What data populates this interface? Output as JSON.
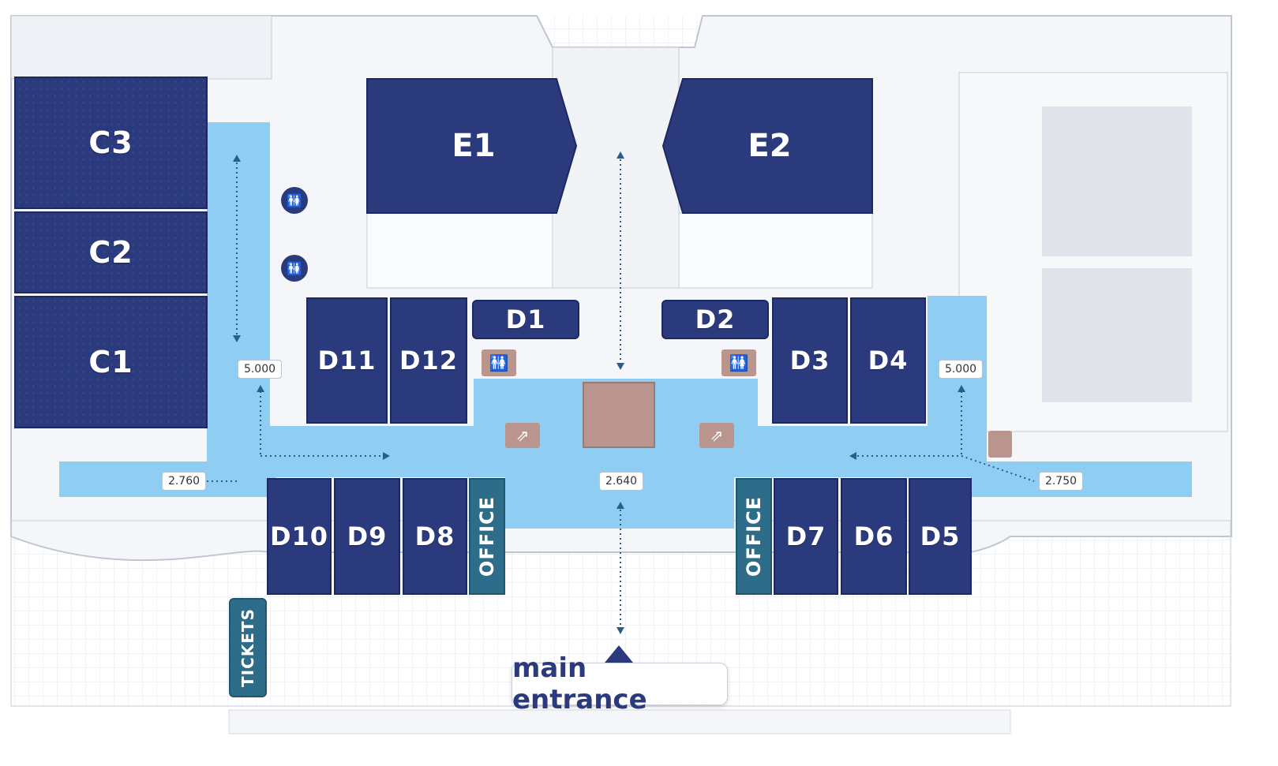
{
  "map": {
    "halls": {
      "C3": "C3",
      "C2": "C2",
      "C1": "C1",
      "E1": "E1",
      "E2": "E2",
      "D1": "D1",
      "D2": "D2",
      "D3": "D3",
      "D4": "D4",
      "D5": "D5",
      "D6": "D6",
      "D7": "D7",
      "D8": "D8",
      "D9": "D9",
      "D10": "D10",
      "D11": "D11",
      "D12": "D12"
    },
    "office_left": "OFFICE",
    "office_right": "OFFICE",
    "tickets": "TICKETS",
    "entrance": "main entrance",
    "dimensions": {
      "left_vertical": "5.000",
      "right_vertical": "5.000",
      "left_horizontal": "2.760",
      "center_horizontal": "2.640",
      "right_horizontal": "2.750"
    },
    "colors": {
      "hall": "#2b3a7c",
      "office": "#2d6d8a",
      "corridor": "#8fcdf2",
      "service": "#b9958e"
    }
  }
}
